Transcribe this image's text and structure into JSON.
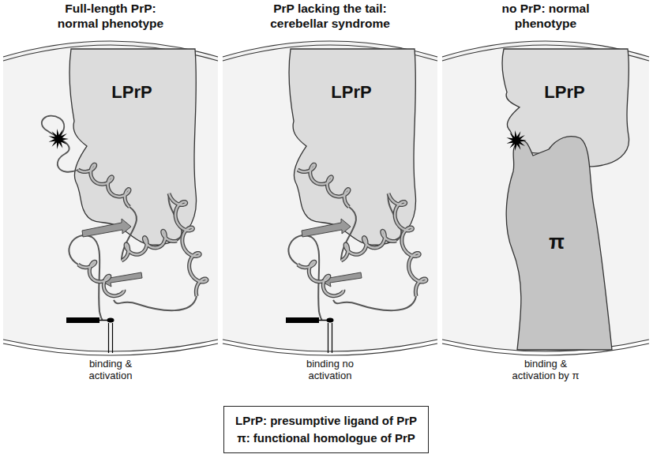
{
  "diagram": {
    "nodes": [
      {
        "text": [
          "Full-length PrP: normal phenotype",
          "binding & activation"
        ]
      },
      {
        "text": [
          "LPrP"
        ],
        "in": 0
      },
      {
        "text": [
          "PrP lacking the tail: cerebellar syndrome",
          "binding no activation"
        ]
      },
      {
        "text": [
          "LPrP"
        ],
        "in": 2
      },
      {
        "text": [
          "no PrP: normal phenotype",
          "binding & activation by π"
        ]
      },
      {
        "text": [
          "LPrP"
        ],
        "in": 4
      },
      {
        "text": [
          "π"
        ],
        "in": 4
      },
      {
        "text": [
          "LPrP: presumptive ligand of PrP",
          "π: functional homologue of PrP"
        ]
      }
    ]
  }
}
